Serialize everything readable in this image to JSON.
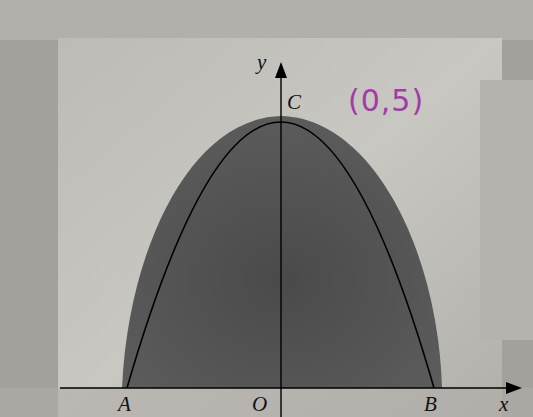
{
  "diagram": {
    "labels": [
      "y",
      "C",
      "(0,5)",
      "A",
      "O",
      "B",
      "x"
    ]
  }
}
